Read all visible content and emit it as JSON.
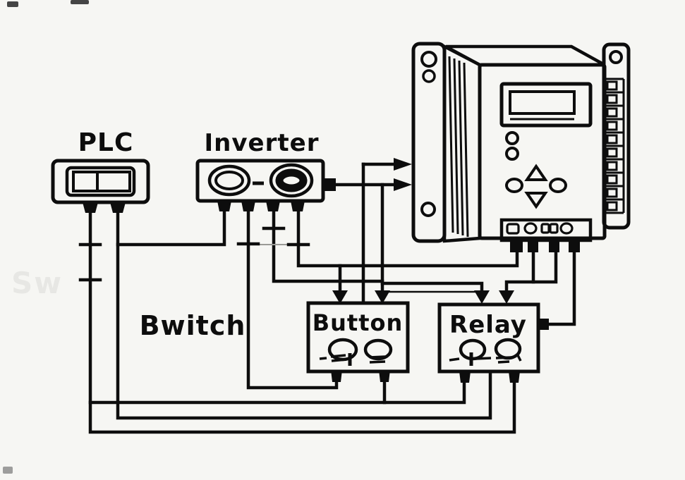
{
  "diagram": {
    "type": "wiring-diagram",
    "labels": {
      "plc": "PLC",
      "inverter": "Inverter",
      "switch": "Bwitch",
      "button": "Button",
      "relay": "Relay",
      "watermark": "Sw"
    },
    "components": [
      {
        "name": "plc",
        "label": "PLC"
      },
      {
        "name": "inverter",
        "label": "Inverter"
      },
      {
        "name": "vfd-drive",
        "label": ""
      },
      {
        "name": "switch",
        "label": "Bwitch"
      },
      {
        "name": "button",
        "label": "Button"
      },
      {
        "name": "relay",
        "label": "Relay"
      }
    ],
    "colors": {
      "line": "#0d0d0d",
      "background": "#f6f6f3"
    }
  }
}
